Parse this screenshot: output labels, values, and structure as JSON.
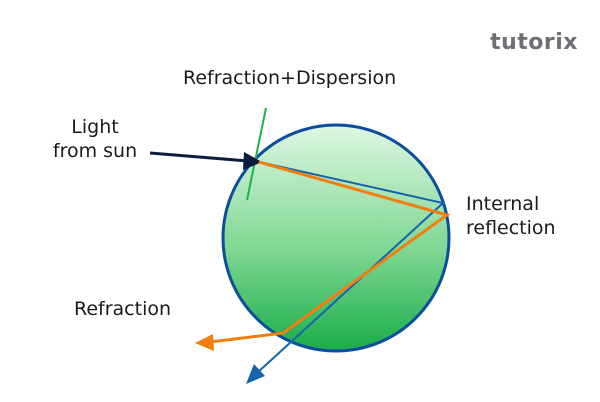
{
  "labels": {
    "refraction_dispersion": "Refraction+Dispersion",
    "light_from_sun_line1": "Light",
    "light_from_sun_line2": "from sun",
    "internal_reflection_line1": "Internal",
    "internal_reflection_line2": "reflection",
    "refraction": "Refraction"
  },
  "logo": {
    "text": "tutorix"
  },
  "colors": {
    "droplet_top": "#d6f5dc",
    "droplet_bottom": "#1aad4a",
    "droplet_outline": "#0b4f9c",
    "incoming_arrow": "#0d1b3e",
    "normal_line": "#1fb24a",
    "blue_ray": "#1864ab",
    "orange_ray": "#f07f0f"
  }
}
